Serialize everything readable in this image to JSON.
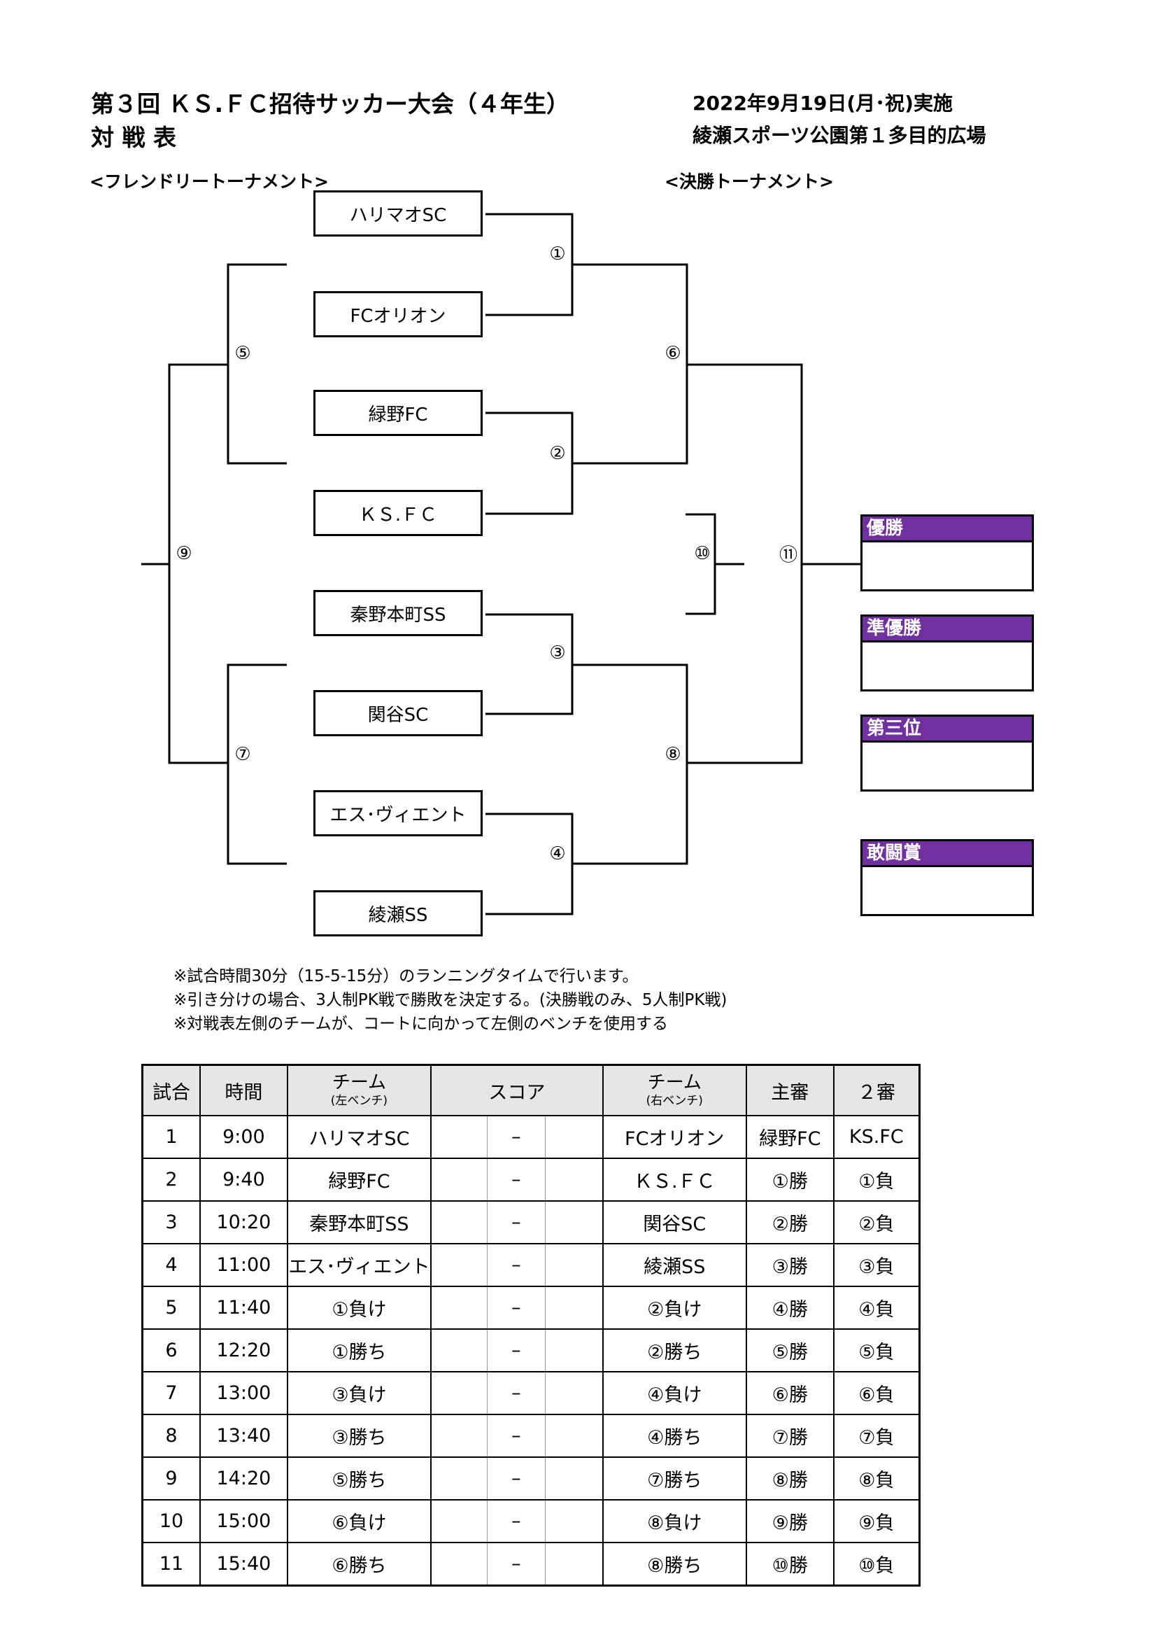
{
  "header": {
    "title": "第３回 ＫＳ.ＦＣ招待サッカー大会（４年生）",
    "subtitle": "対 戦 表",
    "date": "2022年9月19日(月･祝)実施",
    "venue": "綾瀬スポーツ公園第１多目的広場"
  },
  "bracket": {
    "left_label": "<フレンドリートーナメント>",
    "right_label": "<決勝トーナメント>",
    "teams": [
      "ハリマオSC",
      "FCオリオン",
      "緑野FC",
      "ＫＳ.ＦＣ",
      "秦野本町SS",
      "関谷SC",
      "エス･ヴィエント",
      "綾瀬SS"
    ],
    "match_numbers": [
      "①",
      "②",
      "③",
      "④",
      "⑤",
      "⑥",
      "⑦",
      "⑧",
      "⑨",
      "⑩",
      "⑪"
    ]
  },
  "awards": [
    "優勝",
    "準優勝",
    "第三位",
    "敢闘賞"
  ],
  "notes": [
    "※試合時間30分（15-5-15分）のランニングタイムで行います。",
    "※引き分けの場合、3人制PK戦で勝敗を決定する。(決勝戦のみ、5人制PK戦)",
    "※対戦表左側のチームが、コートに向かって左側のベンチを使用する"
  ],
  "schedule": {
    "headers": {
      "match": "試合",
      "time": "時間",
      "team_left": "チーム",
      "team_left_sub": "(左ベンチ)",
      "score": "スコア",
      "team_right": "チーム",
      "team_right_sub": "(右ベンチ)",
      "ref1": "主審",
      "ref2": "２審"
    },
    "rows": [
      {
        "no": "1",
        "time": "9:00",
        "left": "ハリマオSC",
        "dash": "–",
        "right": "FCオリオン",
        "ref1": "緑野FC",
        "ref2": "KS.FC"
      },
      {
        "no": "2",
        "time": "9:40",
        "left": "緑野FC",
        "dash": "–",
        "right": "ＫＳ.ＦＣ",
        "ref1": "①勝",
        "ref2": "①負"
      },
      {
        "no": "3",
        "time": "10:20",
        "left": "秦野本町SS",
        "dash": "–",
        "right": "関谷SC",
        "ref1": "②勝",
        "ref2": "②負"
      },
      {
        "no": "4",
        "time": "11:00",
        "left": "エス･ヴィエント",
        "dash": "–",
        "right": "綾瀬SS",
        "ref1": "③勝",
        "ref2": "③負"
      },
      {
        "no": "5",
        "time": "11:40",
        "left": "①負け",
        "dash": "–",
        "right": "②負け",
        "ref1": "④勝",
        "ref2": "④負"
      },
      {
        "no": "6",
        "time": "12:20",
        "left": "①勝ち",
        "dash": "–",
        "right": "②勝ち",
        "ref1": "⑤勝",
        "ref2": "⑤負"
      },
      {
        "no": "7",
        "time": "13:00",
        "left": "③負け",
        "dash": "–",
        "right": "④負け",
        "ref1": "⑥勝",
        "ref2": "⑥負"
      },
      {
        "no": "8",
        "time": "13:40",
        "left": "③勝ち",
        "dash": "–",
        "right": "④勝ち",
        "ref1": "⑦勝",
        "ref2": "⑦負"
      },
      {
        "no": "9",
        "time": "14:20",
        "left": "⑤勝ち",
        "dash": "–",
        "right": "⑦勝ち",
        "ref1": "⑧勝",
        "ref2": "⑧負"
      },
      {
        "no": "10",
        "time": "15:00",
        "left": "⑥負け",
        "dash": "–",
        "right": "⑧負け",
        "ref1": "⑨勝",
        "ref2": "⑨負"
      },
      {
        "no": "11",
        "time": "15:40",
        "left": "⑥勝ち",
        "dash": "–",
        "right": "⑧勝ち",
        "ref1": "⑩勝",
        "ref2": "⑩負"
      }
    ]
  },
  "colors": {
    "award_header": "#7030a0",
    "table_header": "#e6e6e6"
  }
}
